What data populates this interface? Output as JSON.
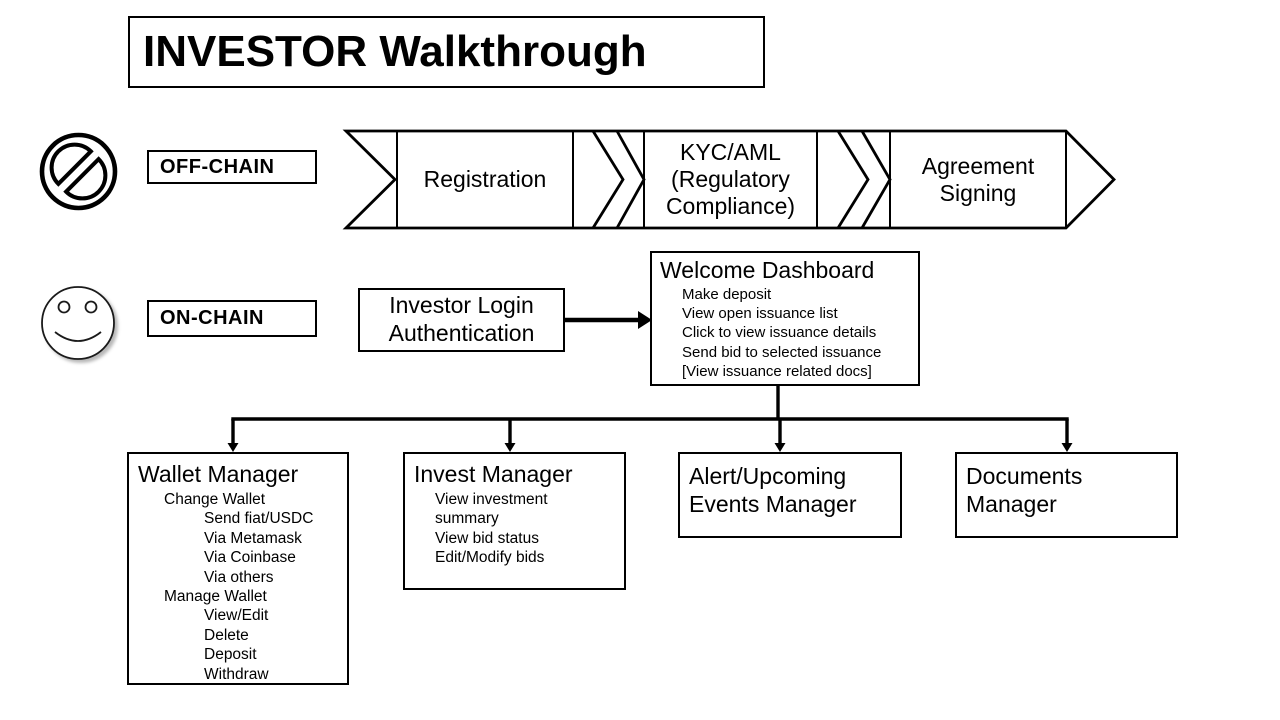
{
  "slide": {
    "title": "INVESTOR Walkthrough"
  },
  "lanes": {
    "off_chain": {
      "label": "OFF-CHAIN",
      "icon": "ban-icon"
    },
    "on_chain": {
      "label": "ON-CHAIN",
      "icon": "smiley-icon"
    }
  },
  "off_chain_steps": [
    "Registration",
    "KYC/AML (Regulatory Compliance)",
    "Agreement Signing"
  ],
  "on_chain_flow": {
    "login": "Investor Login Authentication",
    "dashboard": {
      "title": "Welcome Dashboard",
      "items": [
        "Make deposit",
        "View open issuance list",
        "Click to view issuance details",
        "Send bid to selected issuance",
        "[View issuance related docs]"
      ]
    }
  },
  "managers": {
    "wallet": {
      "title": "Wallet Manager",
      "items": [
        {
          "text": "Change Wallet",
          "level": 1
        },
        {
          "text": "Send fiat/USDC",
          "level": 2
        },
        {
          "text": "Via Metamask",
          "level": 2
        },
        {
          "text": "Via Coinbase",
          "level": 2
        },
        {
          "text": "Via others",
          "level": 2
        },
        {
          "text": "Manage Wallet",
          "level": 1
        },
        {
          "text": "View/Edit",
          "level": 2
        },
        {
          "text": "Delete",
          "level": 2
        },
        {
          "text": "Deposit",
          "level": 2
        },
        {
          "text": "Withdraw",
          "level": 2
        }
      ]
    },
    "invest": {
      "title": "Invest Manager",
      "items": [
        "View investment summary",
        "View bid status",
        "Edit/Modify bids"
      ]
    },
    "alerts": {
      "title": "Alert/Upcoming Events Manager"
    },
    "documents": {
      "title": "Documents Manager"
    }
  },
  "colors": {
    "stroke": "#000000",
    "background": "#ffffff"
  }
}
